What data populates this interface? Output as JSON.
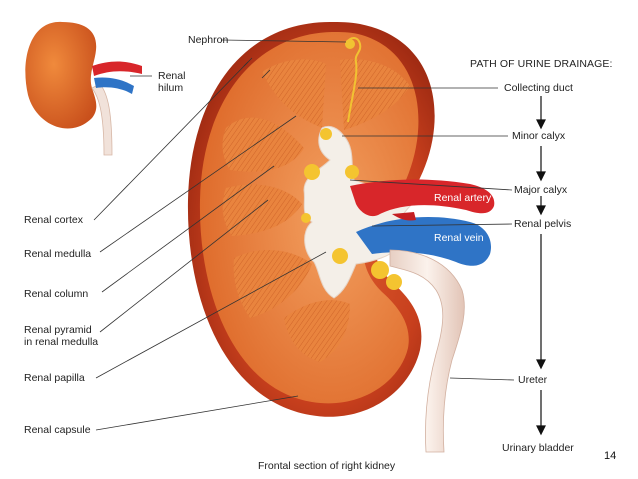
{
  "colors": {
    "capsule": "#c0361c",
    "cortex": "#e37a35",
    "medulla_pyramid": "#e9843e",
    "calyx": "#f4efe8",
    "artery": "#d8262a",
    "vein": "#2f74c6",
    "fat": "#f4c430",
    "nephron": "#f1c232",
    "ureter": "#f3e6de"
  },
  "labels": {
    "nephron": "Nephron",
    "renal_hilum_line1": "Renal",
    "renal_hilum_line2": "hilum",
    "path_header": "PATH OF URINE DRAINAGE:",
    "collecting_duct": "Collecting duct",
    "minor_calyx": "Minor calyx",
    "major_calyx": "Major calyx",
    "renal_pelvis": "Renal pelvis",
    "ureter": "Ureter",
    "urinary_bladder": "Urinary bladder",
    "renal_cortex": "Renal cortex",
    "renal_medulla": "Renal medulla",
    "renal_column": "Renal column",
    "renal_pyramid_line1": "Renal pyramid",
    "renal_pyramid_line2": "in renal medulla",
    "renal_papilla": "Renal papilla",
    "renal_capsule": "Renal capsule",
    "renal_artery": "Renal artery",
    "renal_vein": "Renal vein",
    "caption": "Frontal section of right kidney",
    "page_number": "14"
  }
}
